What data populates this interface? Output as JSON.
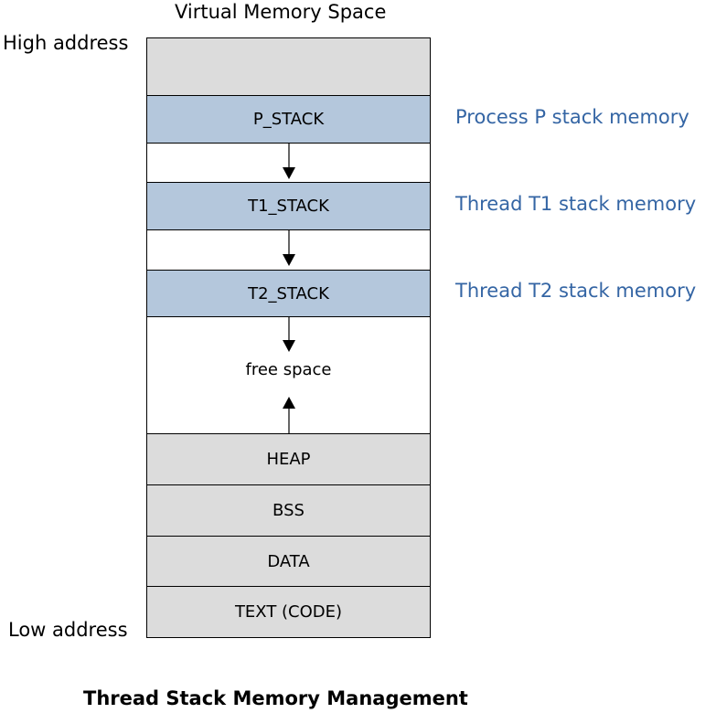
{
  "title": "Virtual Memory Space",
  "high_address": "High address",
  "low_address": "Low address",
  "segments": {
    "top_reserved": "",
    "p_stack": "P_STACK",
    "t1_stack": "T1_STACK",
    "t2_stack": "T2_STACK",
    "free_space": "free space",
    "heap": "HEAP",
    "bss": "BSS",
    "data": "DATA",
    "text": "TEXT (CODE)"
  },
  "annotations": {
    "p_stack": "Process P stack memory",
    "t1_stack": "Thread T1 stack memory",
    "t2_stack": "Thread T2 stack memory"
  },
  "caption": "Thread Stack Memory Management",
  "colors": {
    "stack_fill": "#b4c7dc",
    "segment_fill": "#dcdcdc",
    "annotation_text": "#3465a4",
    "border": "#000000"
  }
}
